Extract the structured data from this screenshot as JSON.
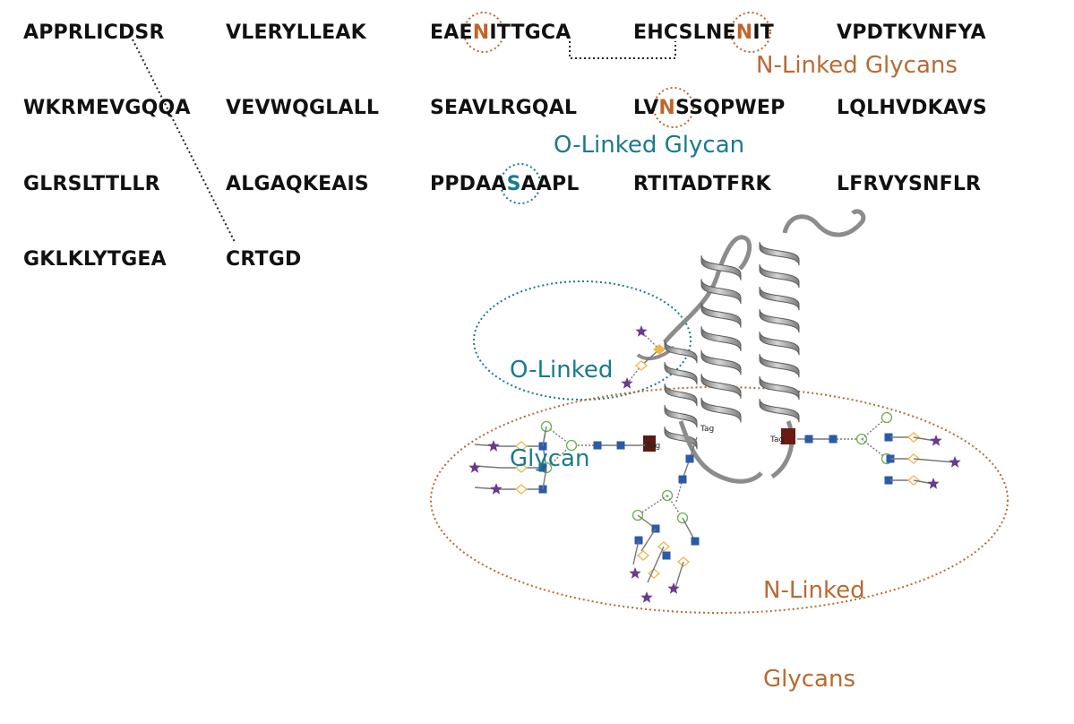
{
  "sequence": {
    "rows": [
      [
        "APPRLICDSR",
        "VLERYLLEAK",
        "EAENITTGCA",
        "EHCSLNENIT",
        "VPDTKVNFYA"
      ],
      [
        "WKRMEVGQQA",
        "VEVWQGLALL",
        "SEAVLRGQAL",
        "LVNSSQPWEP",
        "LQLHVDKAVS"
      ],
      [
        "GLRSLTTLLR",
        "ALGAQKEAIS",
        "PPDAASAAPL",
        "RTITADTFRK",
        "LFRVYSNFLR"
      ],
      [
        "GKLKLYTGEA",
        "CRTGD"
      ]
    ],
    "highlights": [
      {
        "row": 0,
        "block": 2,
        "index": 3,
        "letter": "N",
        "kind": "N-linked"
      },
      {
        "row": 0,
        "block": 3,
        "index": 7,
        "letter": "N",
        "kind": "N-linked"
      },
      {
        "row": 1,
        "block": 3,
        "index": 2,
        "letter": "N",
        "kind": "N-linked"
      },
      {
        "row": 2,
        "block": 2,
        "index": 5,
        "letter": "S",
        "kind": "O-linked"
      }
    ]
  },
  "labels": {
    "n_linked_top": "N-Linked Glycans",
    "o_linked_mid": "O-Linked Glycan",
    "o_linked_region_line1": "O-Linked",
    "o_linked_region_line2": "Glycan",
    "n_linked_region_line1": "N-Linked",
    "n_linked_region_line2": "Glycans"
  },
  "structure_tags": {
    "left": "Tag",
    "center": "Tag",
    "right": "Tag"
  },
  "colors": {
    "n_linked": "#b86a33",
    "o_linked": "#1a7a8f",
    "sequence_text": "#111111",
    "protein_ribbon": "#9a9a9a",
    "glcnac_square": "#2b5aa8",
    "mannose_circle": "#6ab04c",
    "galactose_diamond": "#f0b64a",
    "sialic_star": "#6a3a8c"
  }
}
